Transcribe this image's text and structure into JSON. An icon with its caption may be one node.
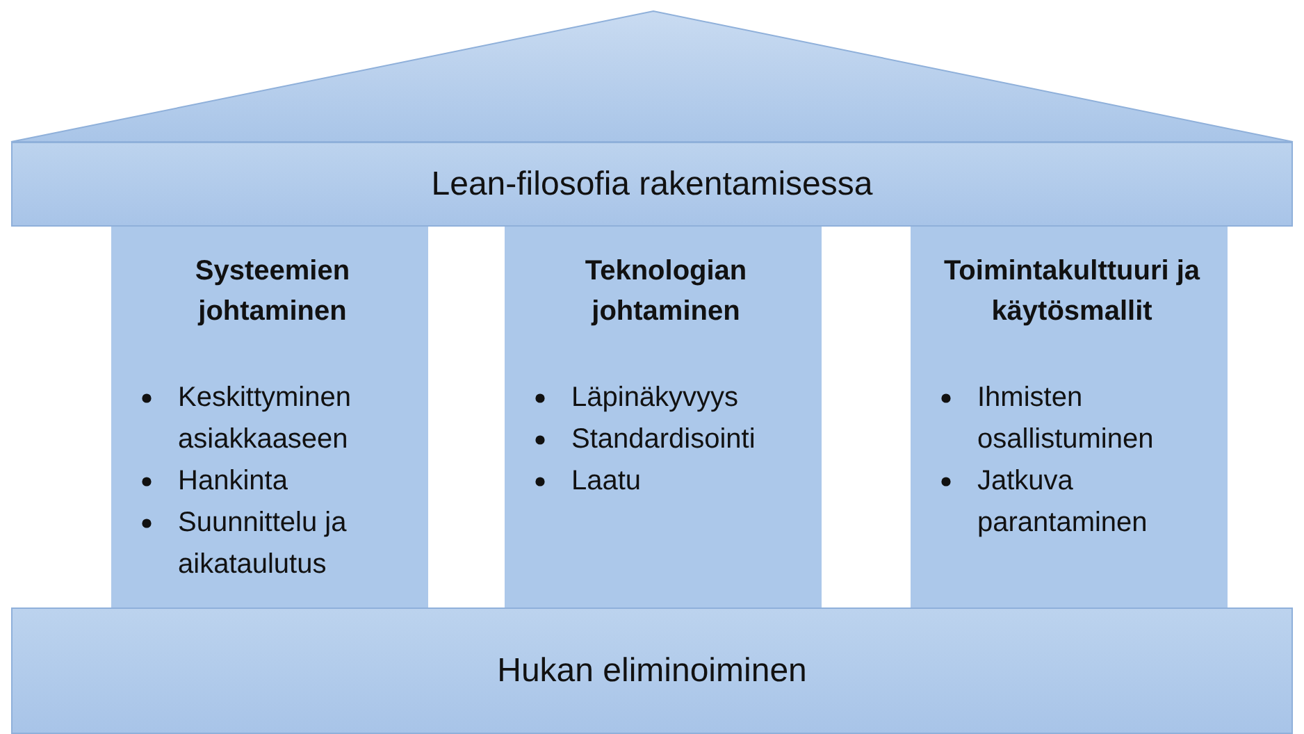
{
  "diagram": {
    "nodes": [
      {
        "text": [
          "Lean-filosofia rakentamisessa"
        ]
      },
      {
        "text": [
          "Systeemien johtaminen",
          "Keskittyminen asiakkaaseen",
          "Hankinta",
          "Suunnittelu ja aikataulutus"
        ]
      },
      {
        "text": [
          "Teknologian johtaminen",
          "Läpinäkyvyys",
          "Standardisointi",
          "Laatu"
        ]
      },
      {
        "text": [
          "Toimintakulttuuri ja käytösmallit",
          "Ihmisten osallistuminen",
          "Jatkuva parantaminen"
        ]
      },
      {
        "text": [
          "Hukan eliminoiminen"
        ]
      }
    ],
    "edges": []
  }
}
